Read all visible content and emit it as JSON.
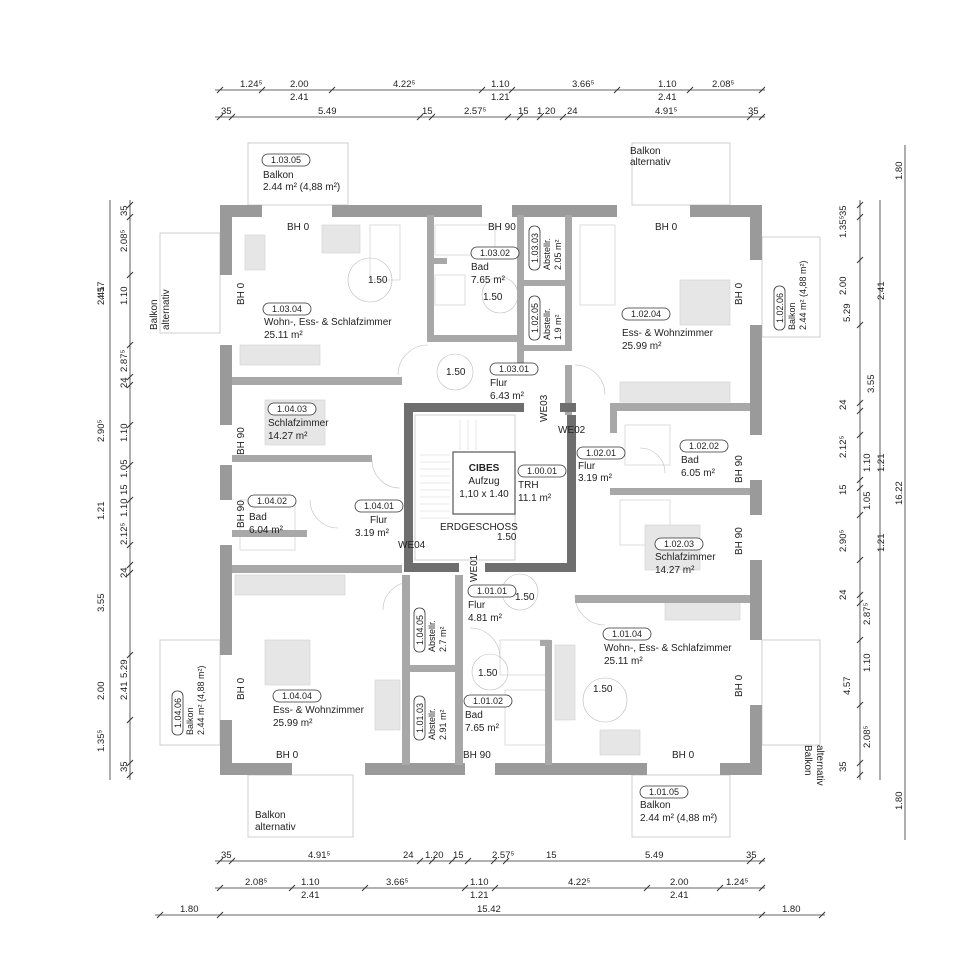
{
  "dims_top": {
    "row1": [
      "1.24⁵",
      "2.00",
      "4.22⁵",
      "1.10",
      "3.66⁵",
      "1.10",
      "2.08⁵"
    ],
    "row1b": [
      "2.41",
      "1.21",
      "2.41"
    ],
    "row2": [
      "35",
      "5.49",
      "15",
      "2.57⁵",
      "15",
      "1.20",
      "24",
      "4.91⁵",
      "35"
    ]
  },
  "dims_bottom": {
    "row1": [
      "35",
      "4.91⁵",
      "24",
      "1.20",
      "15",
      "2.57⁵",
      "15",
      "5.49",
      "35"
    ],
    "row2": [
      "2.08⁵",
      "1.10",
      "3.66⁵",
      "1.10",
      "4.22⁵",
      "2.00",
      "1.24⁵"
    ],
    "row2b": [
      "2.41",
      "1.21",
      "2.41"
    ],
    "row3": [
      "1.80",
      "15.42",
      "1.80"
    ]
  },
  "dims_left": {
    "inner": [
      "35",
      "2.08⁵",
      "1.10",
      "2.87⁵",
      "24",
      "1.10",
      "1.05",
      "15",
      "1.10",
      "2.12⁵",
      "24",
      "3.55",
      "2.00",
      "1.35⁵",
      "35"
    ],
    "outer": [
      "4.57",
      "2.41",
      "2.90⁵",
      "1.21",
      "2.41",
      "5.29"
    ]
  },
  "dims_right": {
    "inner": [
      "35",
      "1.35⁵",
      "2.00",
      "24",
      "2.12⁵",
      "1.10",
      "15",
      "1.05",
      "2.90⁵",
      "24",
      "2.87⁵",
      "1.10",
      "2.08⁵",
      "35"
    ],
    "outer": [
      "1.80",
      "2.41",
      "5.29",
      "3.55",
      "1.21",
      "1.21",
      "4.57",
      "1.80"
    ],
    "total": "16.22"
  },
  "rooms": [
    {
      "id": "1.03.05",
      "lines": [
        "Balkon",
        "2.44 m² (4,88 m²)"
      ]
    },
    {
      "id": "1.03.04",
      "lines": [
        "Wohn-, Ess- & Schlafzimmer",
        "25.11 m²"
      ]
    },
    {
      "id": "1.03.02",
      "lines": [
        "Bad",
        "7.65 m²"
      ]
    },
    {
      "id": "1.03.03",
      "lines": [
        "Abstellr.",
        "2.05 m²"
      ]
    },
    {
      "id": "1.02.05",
      "lines": [
        "Abstellr.",
        "1.9 m²"
      ]
    },
    {
      "id": "1.02.04",
      "lines": [
        "Ess- & Wohnzimmer",
        "25.99 m²"
      ]
    },
    {
      "id": "1.02.06",
      "lines": [
        "Balkon",
        "2.44 m² (4,88 m²)"
      ]
    },
    {
      "id": "1.03.01",
      "lines": [
        "Flur",
        "6.43 m²"
      ]
    },
    {
      "id": "1.04.03",
      "lines": [
        "Schlafzimmer",
        "14.27 m²"
      ]
    },
    {
      "id": "1.02.01",
      "lines": [
        "Flur",
        "3.19 m²"
      ]
    },
    {
      "id": "1.02.02",
      "lines": [
        "Bad",
        "6.05 m²"
      ]
    },
    {
      "id": "1.00.01",
      "lines": [
        "TRH",
        "11.1 m²"
      ]
    },
    {
      "id": "1.04.02",
      "lines": [
        "Bad",
        "6.04 m²"
      ]
    },
    {
      "id": "1.04.01",
      "lines": [
        "Flur",
        "3.19 m²"
      ]
    },
    {
      "id": "1.02.03",
      "lines": [
        "Schlafzimmer",
        "14.27 m²"
      ]
    },
    {
      "id": "1.01.01",
      "lines": [
        "Flur",
        "4.81 m²"
      ]
    },
    {
      "id": "1.04.05",
      "lines": [
        "Abstellr.",
        "2.7 m²"
      ]
    },
    {
      "id": "1.01.04",
      "lines": [
        "Wohn-, Ess- & Schlafzimmer",
        "25.11 m²"
      ]
    },
    {
      "id": "1.04.06",
      "lines": [
        "Balkon",
        "2.44 m² (4,88 m²)"
      ]
    },
    {
      "id": "1.04.04",
      "lines": [
        "Ess- & Wohnzimmer",
        "25.99 m²"
      ]
    },
    {
      "id": "1.01.03",
      "lines": [
        "Abstellr.",
        "2.91 m²"
      ]
    },
    {
      "id": "1.01.02",
      "lines": [
        "Bad",
        "7.65 m²"
      ]
    },
    {
      "id": "1.01.05",
      "lines": [
        "Balkon",
        "2.44 m² (4,88 m²)"
      ]
    }
  ],
  "elevator": {
    "name": "CIBES",
    "sub": "Aufzug",
    "size": "1,10 x 1.40"
  },
  "erdgeschoss": "ERDGESCHOSS",
  "balkon_alt": [
    "Balkon",
    "alternativ"
  ],
  "bh": {
    "bh0": "BH 0",
    "bh90": "BH 90"
  },
  "we": [
    "WE01",
    "WE02",
    "WE03",
    "WE04"
  ],
  "door_widths": "1.50"
}
